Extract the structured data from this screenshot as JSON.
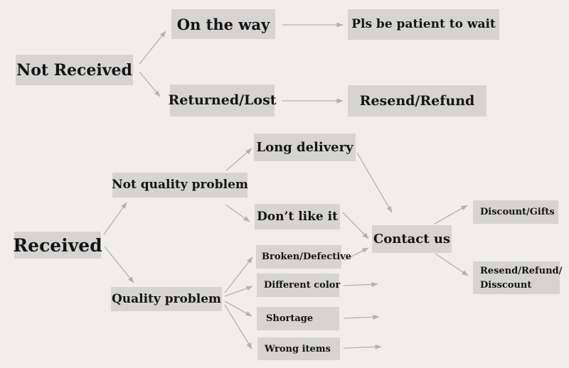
{
  "diagram": {
    "colors": {
      "background": "#efeeec",
      "node_fill": "#d5d4d2",
      "arrow": "#b2b1ae",
      "text": "#141414"
    },
    "nodes": {
      "not_received": {
        "label": "Not Received"
      },
      "on_the_way": {
        "label": "On the way"
      },
      "pls_wait": {
        "label": "Pls be patient to wait"
      },
      "returned_lost": {
        "label": "Returned/Lost"
      },
      "resend_refund": {
        "label": "Resend/Refund"
      },
      "long_delivery": {
        "label": "Long delivery"
      },
      "not_quality_problem": {
        "label": "Not quality problem"
      },
      "dont_like_it": {
        "label": "Don’t like it"
      },
      "received": {
        "label": "Received"
      },
      "contact_us": {
        "label": "Contact us"
      },
      "discount_gifts": {
        "label": "Discount/Gifts"
      },
      "broken_defective": {
        "label": "Broken/Defective"
      },
      "resend_refund_disscount": {
        "label_line1": "Resend/Refund/",
        "label_line2": "Disscount"
      },
      "different_color": {
        "label": "Different color"
      },
      "quality_problem": {
        "label": "Quality problem"
      },
      "shortage": {
        "label": "Shortage"
      },
      "wrong_items": {
        "label": "Wrong items"
      }
    },
    "edges": [
      {
        "from": "not-received",
        "to": "on-the-way"
      },
      {
        "from": "not-received",
        "to": "returned-lost"
      },
      {
        "from": "on-the-way",
        "to": "pls-wait"
      },
      {
        "from": "returned-lost",
        "to": "resend-refund"
      },
      {
        "from": "received",
        "to": "not-quality-problem"
      },
      {
        "from": "received",
        "to": "quality-problem"
      },
      {
        "from": "not-quality-problem",
        "to": "long-delivery"
      },
      {
        "from": "not-quality-problem",
        "to": "dont-like-it"
      },
      {
        "from": "long-delivery",
        "to": "contact-us"
      },
      {
        "from": "dont-like-it",
        "to": "contact-us"
      },
      {
        "from": "quality-problem",
        "to": "broken-defective"
      },
      {
        "from": "quality-problem",
        "to": "different-color"
      },
      {
        "from": "quality-problem",
        "to": "shortage"
      },
      {
        "from": "quality-problem",
        "to": "wrong-items"
      },
      {
        "from": "broken-defective",
        "to": "contact-us"
      },
      {
        "from": "different-color",
        "to": "contact-us"
      },
      {
        "from": "shortage",
        "to": "contact-us"
      },
      {
        "from": "wrong-items",
        "to": "contact-us"
      },
      {
        "from": "contact-us",
        "to": "discount-gifts"
      },
      {
        "from": "contact-us",
        "to": "resend-refund-disscount"
      }
    ]
  }
}
